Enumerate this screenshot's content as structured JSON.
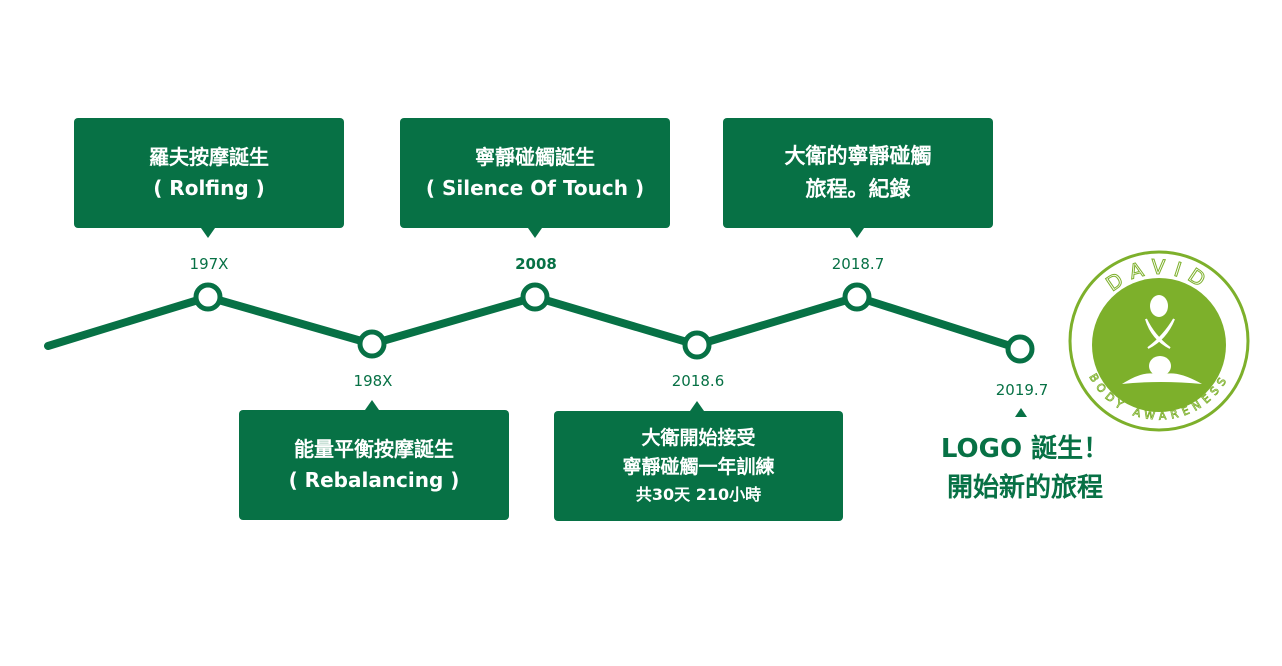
{
  "colors": {
    "primary": "#077145",
    "logo": "#7db02b"
  },
  "milestones": [
    {
      "date": "197X",
      "lines": [
        "羅夫按摩誕生",
        "( Rolfing )"
      ]
    },
    {
      "date": "198X",
      "lines": [
        "能量平衡按摩誕生",
        "( Rebalancing )"
      ]
    },
    {
      "date": "2008",
      "lines": [
        "寧靜碰觸誕生",
        "( Silence Of Touch )"
      ]
    },
    {
      "date": "2018.6",
      "lines": [
        "大衛開始接受",
        "寧靜碰觸一年訓練",
        "共30天 210小時"
      ]
    },
    {
      "date": "2018.7",
      "lines": [
        "大衛的寧靜碰觸",
        "旅程。紀錄"
      ]
    },
    {
      "date": "2019.7",
      "lines": [
        "LOGO 誕生！",
        "開始新的旅程"
      ]
    }
  ],
  "logo": {
    "top_text": "DAVID",
    "bottom_text": "BODY AWARENESS"
  }
}
